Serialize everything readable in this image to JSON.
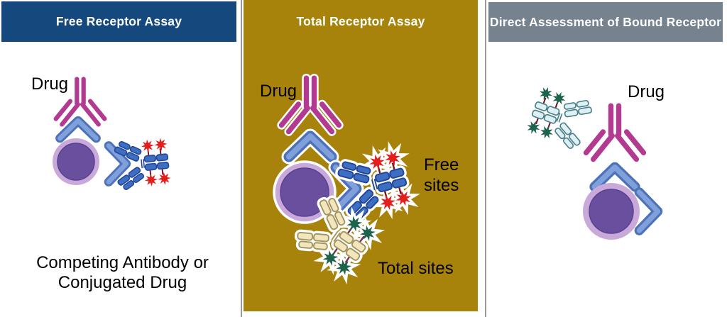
{
  "panels": {
    "free": {
      "title": "Free Receptor Assay",
      "drug_label": "Drug",
      "caption": [
        "Competing Antibody or",
        "Conjugated Drug"
      ]
    },
    "total": {
      "title": "Total Receptor Assay",
      "drug_label": "Drug",
      "free_sites": [
        "Free",
        "sites"
      ],
      "total_sites_label": "Total sites"
    },
    "bound": {
      "title": "Direct Assessment of Bound Receptor",
      "drug_label": "Drug"
    }
  },
  "colors": {
    "header_blue": "#15497E",
    "header_gray": "#76838F",
    "panel_gold": "#A8830B",
    "separator_gray": "#969A9D",
    "magenta": "#B23A90",
    "receptor_light": "#7FA0DA",
    "receptor_dark": "#4E72BA",
    "cell_outer": "#C9A9D9",
    "cell_inner": "#6A4F9E",
    "ab_blue": "#3E6EC0",
    "ab_blue_dark": "#20459B",
    "star_red": "#E41D1D",
    "conn_red": "#7A1020",
    "cream": "#F2E6BE",
    "cream_dark": "#A3935C",
    "star_green": "#1C644B",
    "conn_plum": "#7E2B52",
    "pale_blue": "#DFF0F4",
    "pale_blue_dark": "#4A7F89",
    "text_black": "#000000",
    "title_white": "#FFFFFF"
  }
}
